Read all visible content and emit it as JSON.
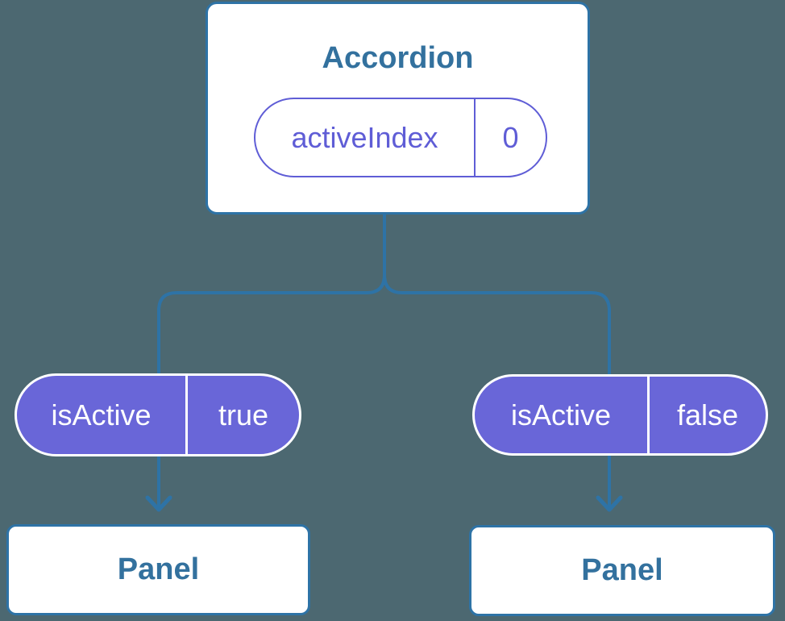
{
  "diagram": {
    "root": {
      "title": "Accordion",
      "state": {
        "label": "activeIndex",
        "value": "0"
      }
    },
    "props": [
      {
        "label": "isActive",
        "value": "true"
      },
      {
        "label": "isActive",
        "value": "false"
      }
    ],
    "children": [
      {
        "title": "Panel"
      },
      {
        "title": "Panel"
      }
    ]
  },
  "colors": {
    "background": "#4C6871",
    "line": "#2E73A6",
    "node_border": "#2E73A6",
    "node_fill": "#FFFFFF",
    "node_text": "#33719E",
    "purple_fill": "#6966D8",
    "purple_line": "#5F5DD6",
    "pill_text": "#FFFFFF"
  }
}
